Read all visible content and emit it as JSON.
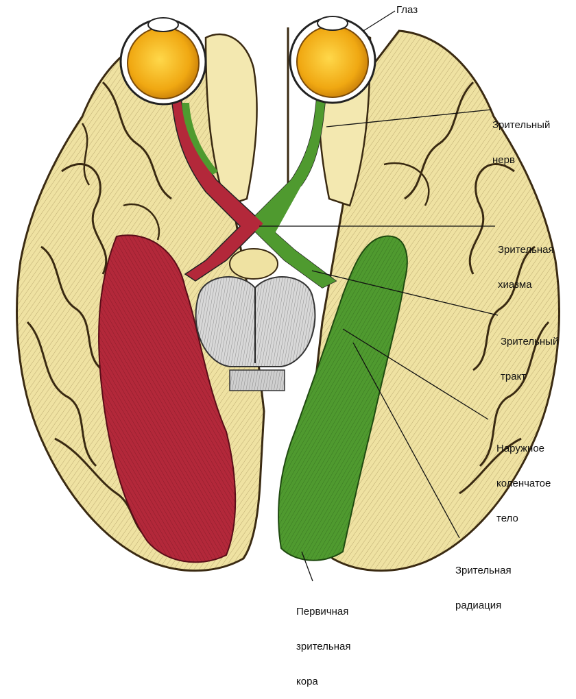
{
  "labels": {
    "eye": "Глаз",
    "optic_nerve_1": "Зрительный",
    "optic_nerve_2": "нерв",
    "chiasm_1": "Зрительная",
    "chiasm_2": "хиазма",
    "tract_1": "Зрительный",
    "tract_2": "тракт",
    "lgn_1": "Наружное",
    "lgn_2": "коленчатое",
    "lgn_3": "тело",
    "radiation_1": "Зрительная",
    "radiation_2": "радиация",
    "cortex_1": "Первичная",
    "cortex_2": "зрительная",
    "cortex_3": "кора"
  },
  "colors": {
    "brain_fill": "#efe2a2",
    "brain_shade": "#8a6a2a",
    "sulcus": "#3a2a12",
    "left_pathway": "#b3283a",
    "right_pathway": "#4f9a2f",
    "eye_fill": "#f4b31c",
    "brainstem": "#cfcfcf"
  }
}
